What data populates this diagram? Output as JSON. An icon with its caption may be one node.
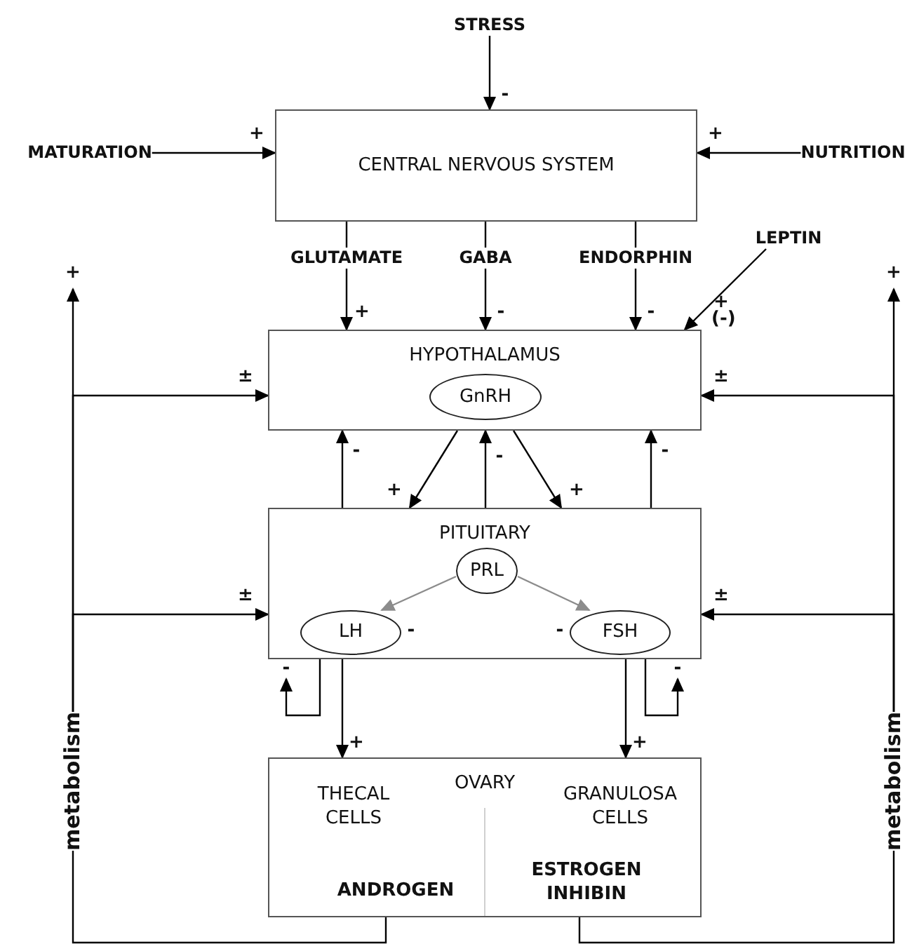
{
  "diagram": {
    "nodes": [
      {
        "text": [
          "STRESS"
        ]
      },
      {
        "text": [
          "MATURATION"
        ]
      },
      {
        "text": [
          "CENTRAL NERVOUS SYSTEM"
        ]
      },
      {
        "text": [
          "NUTRITION"
        ]
      },
      {
        "text": [
          "GLUTAMATE"
        ]
      },
      {
        "text": [
          "GABA"
        ]
      },
      {
        "text": [
          "ENDORPHIN"
        ]
      },
      {
        "text": [
          "LEPTIN"
        ]
      },
      {
        "text": [
          "HYPOTHALAMUS"
        ]
      },
      {
        "text": [
          "GnRH"
        ],
        "in": 8
      },
      {
        "text": [
          "PITUITARY"
        ]
      },
      {
        "text": [
          "PRL"
        ],
        "in": 10
      },
      {
        "text": [
          "LH"
        ],
        "in": 10
      },
      {
        "text": [
          "FSH"
        ],
        "in": 10
      },
      {
        "text": [
          "OVARY",
          "THECAL CELLS",
          "GRANULOSA CELLS",
          "ANDROGEN",
          "ESTROGEN INHIBIN"
        ]
      },
      {
        "text": [
          "metabolism"
        ]
      },
      {
        "text": [
          "metabolism"
        ]
      }
    ],
    "edges": [
      {
        "from": 0,
        "to": 2,
        "arrow": "to",
        "label": "-"
      },
      {
        "from": 1,
        "to": 2,
        "arrow": "to",
        "label": "+"
      },
      {
        "from": 3,
        "to": 2,
        "arrow": "to",
        "label": "+"
      },
      {
        "from": 2,
        "to": 4,
        "arrow": "none"
      },
      {
        "from": 4,
        "to": 8,
        "arrow": "to",
        "label": "+"
      },
      {
        "from": 2,
        "to": 5,
        "arrow": "none"
      },
      {
        "from": 5,
        "to": 8,
        "arrow": "to",
        "label": "-"
      },
      {
        "from": 2,
        "to": 6,
        "arrow": "none"
      },
      {
        "from": 6,
        "to": 8,
        "arrow": "to",
        "label": "-"
      },
      {
        "from": 7,
        "to": 8,
        "arrow": "to",
        "label": "+ (-)"
      },
      {
        "from": 8,
        "to": 10,
        "arrow": "to",
        "label": "+"
      },
      {
        "from": 8,
        "to": 10,
        "arrow": "to",
        "label": "+"
      },
      {
        "from": 10,
        "to": 8,
        "arrow": "to",
        "label": "-"
      },
      {
        "from": 10,
        "to": 8,
        "arrow": "to",
        "label": "-"
      },
      {
        "from": 10,
        "to": 8,
        "arrow": "to",
        "label": "-"
      },
      {
        "from": 11,
        "to": 12,
        "arrow": "to",
        "label": "-",
        "color": "#8c8c8c"
      },
      {
        "from": 11,
        "to": 13,
        "arrow": "to",
        "label": "-",
        "color": "#8c8c8c"
      },
      {
        "from": 10,
        "to": 14,
        "arrow": "to",
        "label": "+"
      },
      {
        "from": 10,
        "to": 14,
        "arrow": "to",
        "label": "+"
      },
      {
        "from": 10,
        "to": null,
        "arrow": "to",
        "label": "-"
      },
      {
        "from": 10,
        "to": null,
        "arrow": "to",
        "label": "-"
      },
      {
        "from": 14,
        "to": 15,
        "arrow": "none"
      },
      {
        "from": 15,
        "to": 8,
        "arrow": "to",
        "label": "±"
      },
      {
        "from": 15,
        "to": 10,
        "arrow": "to",
        "label": "±"
      },
      {
        "from": 15,
        "to": null,
        "arrow": "to",
        "label": "+"
      },
      {
        "from": 14,
        "to": 16,
        "arrow": "none"
      },
      {
        "from": 16,
        "to": 8,
        "arrow": "to",
        "label": "±"
      },
      {
        "from": 16,
        "to": 10,
        "arrow": "to",
        "label": "±"
      },
      {
        "from": 16,
        "to": null,
        "arrow": "to",
        "label": "+"
      }
    ]
  }
}
